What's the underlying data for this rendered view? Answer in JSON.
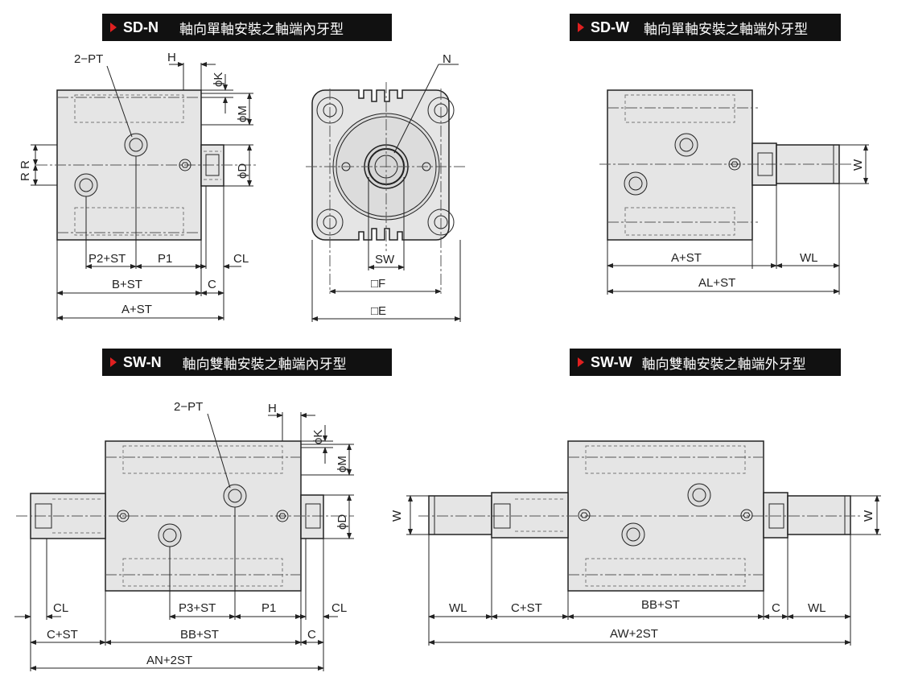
{
  "headers": {
    "sd_n": {
      "code": "SD-N",
      "desc": "軸向單軸安裝之軸端內牙型"
    },
    "sd_w": {
      "code": "SD-W",
      "desc": "軸向單軸安裝之軸端外牙型"
    },
    "sw_n": {
      "code": "SW-N",
      "desc": "軸向雙軸安裝之軸端內牙型"
    },
    "sw_w": {
      "code": "SW-W",
      "desc": "軸向雙軸安裝之軸端外牙型"
    }
  },
  "labels": {
    "pt": "2−PT",
    "h": "H",
    "k": "ϕK",
    "m": "ϕM",
    "d": "ϕD",
    "r": "R R",
    "p2st": "P2+ST",
    "p1": "P1",
    "cl": "CL",
    "bst": "B+ST",
    "c": "C",
    "ast": "A+ST",
    "n": "N",
    "sw": "SW",
    "f": "□F",
    "e": "□E",
    "w": "W",
    "wl": "WL",
    "alst": "AL+ST",
    "p3st": "P3+ST",
    "cst": "C+ST",
    "bbst": "BB+ST",
    "an2st": "AN+2ST",
    "aw2st": "AW+2ST"
  },
  "colors": {
    "body_fill": "#e5e5e5",
    "outline": "#222222",
    "header_bg": "#111111",
    "marker": "#e02020"
  }
}
